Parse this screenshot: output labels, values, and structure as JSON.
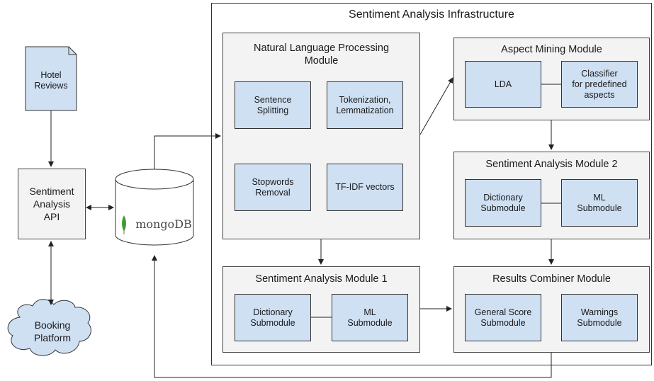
{
  "infrastructure": {
    "title": "Sentiment Analysis Infrastructure"
  },
  "hotel_reviews": {
    "label": "Hotel\nReviews"
  },
  "api": {
    "label": "Sentiment\nAnalysis\nAPI"
  },
  "database": {
    "label": "mongoDB"
  },
  "booking": {
    "label": "Booking\nPlatform"
  },
  "nlp": {
    "title": "Natural Language Processing\nModule",
    "boxes": [
      "Sentence\nSplitting",
      "Tokenization,\nLemmatization",
      "Stopwords\nRemoval",
      "TF-IDF vectors"
    ]
  },
  "aspect": {
    "title": "Aspect Mining Module",
    "boxes": [
      "LDA",
      "Classifier\nfor predefined\naspects"
    ]
  },
  "sam2": {
    "title": "Sentiment Analysis Module 2",
    "boxes": [
      "Dictionary\nSubmodule",
      "ML\nSubmodule"
    ]
  },
  "sam1": {
    "title": "Sentiment Analysis Module 1",
    "boxes": [
      "Dictionary\nSubmodule",
      "ML\nSubmodule"
    ]
  },
  "combiner": {
    "title": "Results Combiner Module",
    "boxes": [
      "General Score\nSubmodule",
      "Warnings\nSubmodule"
    ]
  },
  "colors": {
    "box_fill": "#cfe0f3",
    "module_fill": "#f3f3f3",
    "leaf": "#3f9b3a"
  },
  "icons": {
    "document": "document-icon",
    "database": "database-cylinder-icon",
    "cloud": "cloud-icon"
  }
}
